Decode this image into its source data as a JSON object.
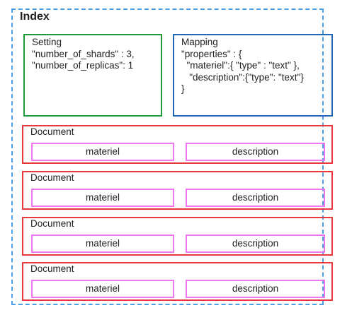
{
  "index": {
    "title": "Index"
  },
  "setting": {
    "lines": [
      "Setting",
      "\"number_of_shards\" : 3,",
      "\"number_of_replicas\": 1"
    ]
  },
  "mapping": {
    "lines": [
      "Mapping",
      "\"properties\" : {",
      "  \"materiel\":{ \"type\" : \"text\" },",
      "   \"description\":{\"type\": \"text\"}",
      "}"
    ]
  },
  "documents": [
    {
      "label": "Document",
      "fields": [
        "materiel",
        "description"
      ]
    },
    {
      "label": "Document",
      "fields": [
        "materiel",
        "description"
      ]
    },
    {
      "label": "Document",
      "fields": [
        "materiel",
        "description"
      ]
    },
    {
      "label": "Document",
      "fields": [
        "materiel",
        "description"
      ]
    }
  ],
  "colors": {
    "index_border": "#4a9fe6",
    "setting_border": "#1e9a3a",
    "mapping_border": "#2066b8",
    "document_border": "#e8383d",
    "field_border": "#ee76ee"
  }
}
